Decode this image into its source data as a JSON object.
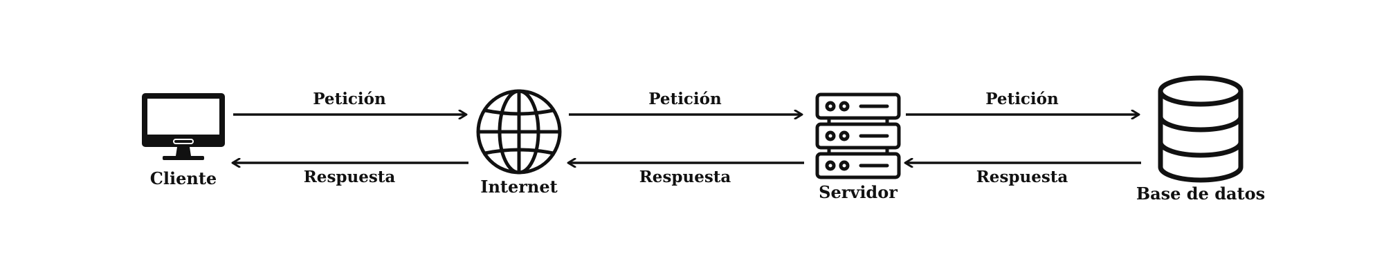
{
  "diagram": {
    "nodes": [
      {
        "id": "client",
        "label": "Cliente",
        "icon": "monitor-icon"
      },
      {
        "id": "internet",
        "label": "Internet",
        "icon": "globe-icon"
      },
      {
        "id": "server",
        "label": "Servidor",
        "icon": "server-icon"
      },
      {
        "id": "database",
        "label": "Base de datos",
        "icon": "database-icon"
      }
    ],
    "links": [
      {
        "from": "client",
        "to": "internet",
        "request_label": "Petición",
        "response_label": "Respuesta"
      },
      {
        "from": "internet",
        "to": "server",
        "request_label": "Petición",
        "response_label": "Respuesta"
      },
      {
        "from": "server",
        "to": "database",
        "request_label": "Petición",
        "response_label": "Respuesta"
      }
    ],
    "colors": {
      "stroke": "#111111",
      "background": "#ffffff"
    }
  }
}
